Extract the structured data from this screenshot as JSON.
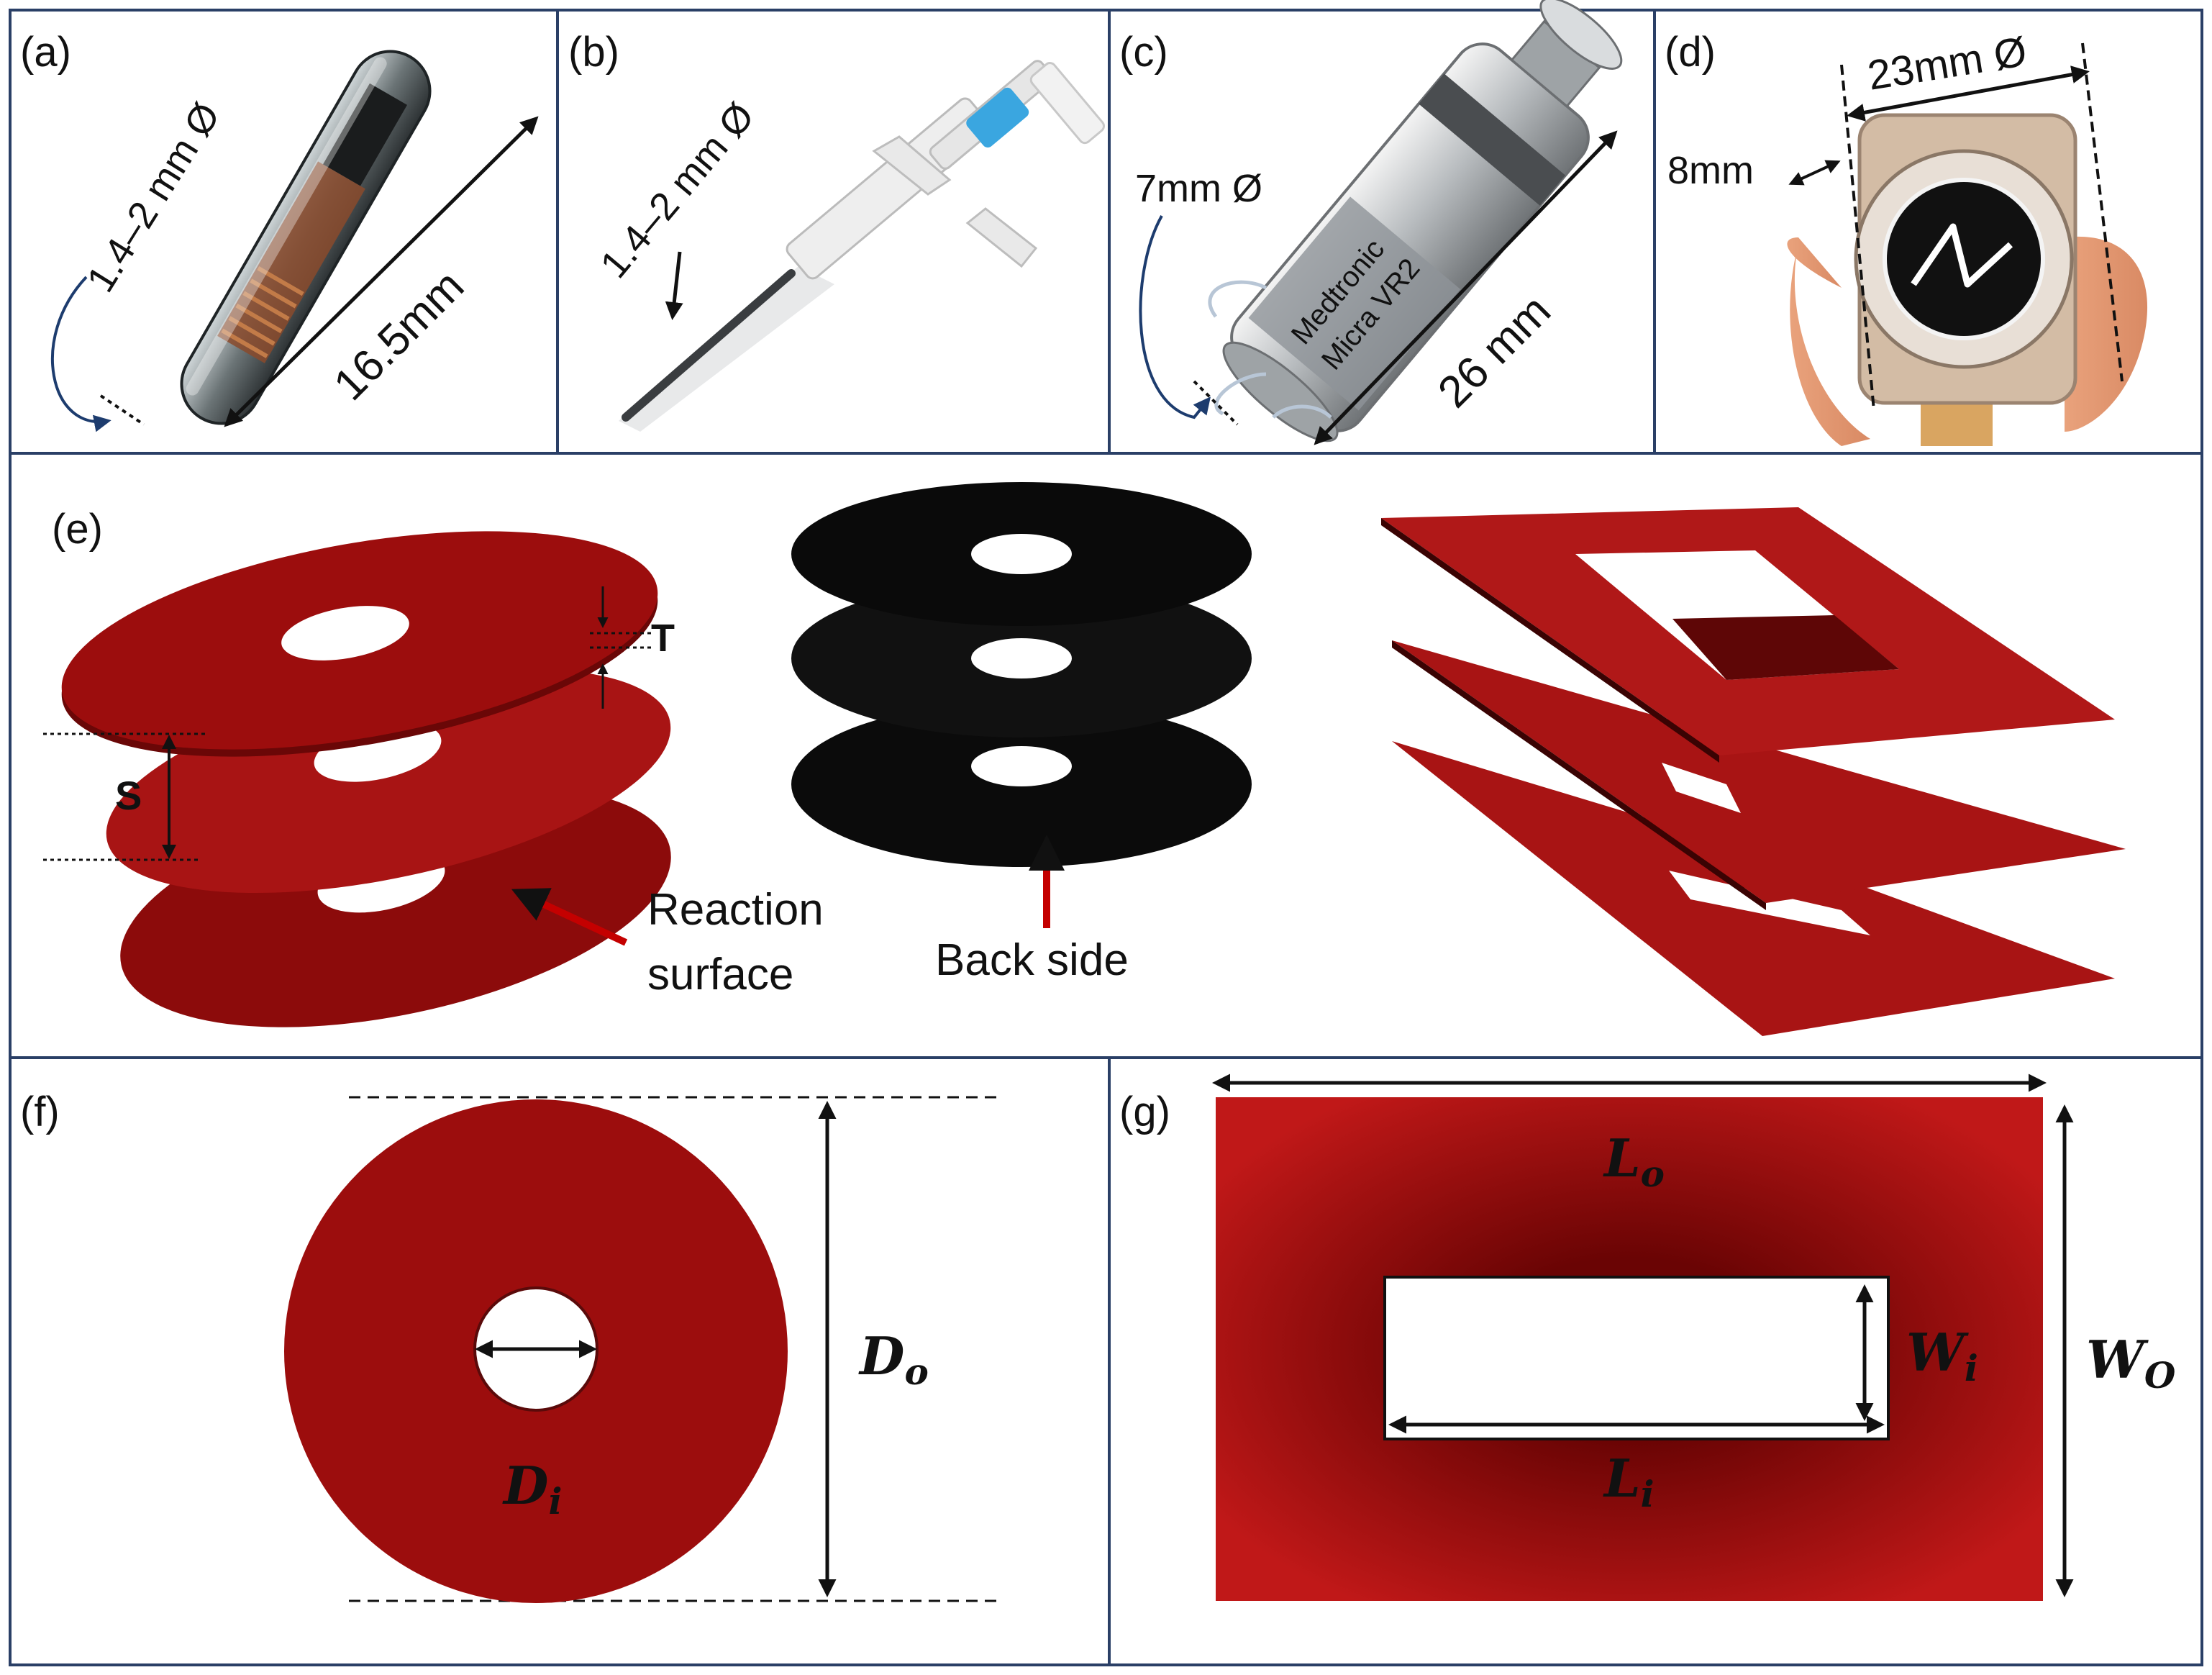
{
  "colors": {
    "frame": "#2a3f66",
    "disk_red": "#9c0d0d",
    "disk_dark": "#5e0606",
    "arrow": "#111111",
    "curve": "#1d3c6e",
    "highlight_arrow": "#c40000"
  },
  "panels": {
    "a": {
      "label": "(a)",
      "diameter": "1.4–2 mm Ø",
      "length": "16.5mm",
      "icon": "glass-capsule-rfid-implant"
    },
    "b": {
      "label": "(b)",
      "diameter": "1.4–2 mm Ø",
      "icon": "implant-syringe"
    },
    "c": {
      "label": "(c)",
      "diameter": "7mm Ø",
      "length": "26 mm",
      "device_line1": "Medtronic",
      "device_line2": "Micra VR2",
      "icon": "leadless-pacemaker"
    },
    "d": {
      "label": "(d)",
      "diameter": "23mm Ø",
      "thickness": "8mm",
      "icon": "coin-implant-device"
    },
    "e": {
      "label": "(e)",
      "thickness_symbol": "T",
      "spacing_symbol": "S",
      "reaction_label_line1": "Reaction",
      "reaction_label_line2": "surface",
      "back_side_label": "Back side"
    },
    "f": {
      "label": "(f)",
      "outer_diameter": {
        "main": "D",
        "sub": "o"
      },
      "inner_diameter": {
        "main": "D",
        "sub": "i"
      }
    },
    "g": {
      "label": "(g)",
      "outer_length": {
        "main": "L",
        "sub": "o"
      },
      "outer_width": {
        "main": "W",
        "sub": "O"
      },
      "inner_length": {
        "main": "L",
        "sub": "i"
      },
      "inner_width": {
        "main": "W",
        "sub": "i"
      }
    }
  }
}
